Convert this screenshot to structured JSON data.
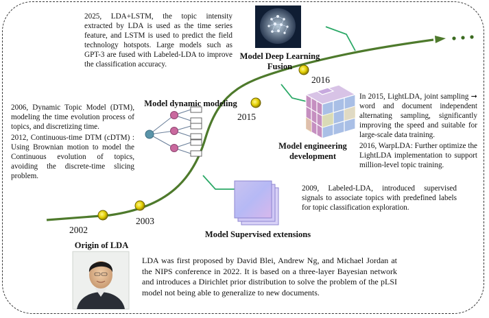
{
  "years": [
    "2002",
    "2003",
    "2015",
    "2016"
  ],
  "stages": {
    "origin": {
      "title": "Origin of LDA",
      "text": "LDA was first proposed by David Blei, Andrew Ng, and Michael Jordan at the NIPS conference in 2022. It is based on a three-layer Bayesian network and introduces a Dirichlet prior distribution to solve the problem of the pLSI model not being able to generalize to new documents."
    },
    "supervised": {
      "title": "Model Supervised extensions",
      "text": "2009, Labeled-LDA, introduced supervised signals to associate topics with predefined labels for topic classification exploration."
    },
    "dynamic": {
      "title": "Model dynamic modeling",
      "text1": "2006, Dynamic Topic Model (DTM), modeling the time evolution process of topics, and discretizing time.",
      "text2": "2012, Continuous-time DTM (cDTM) : Using Brownian motion to model the Continuous evolution of topics, avoiding the discrete-time slicing problem."
    },
    "engineering": {
      "title": "Model engineering development",
      "text1": "In 2015, LightLDA, joint sampling ➞ word and document independent alternating sampling, significantly improving the speed and suitable for large-scale data training.",
      "text2": "2016, WarpLDA: Further optimize the LightLDA implementation to support million-level topic training."
    },
    "deep": {
      "title": "Model Deep Learning Fusion",
      "text": "2025, LDA+LSTM, the topic intensity extracted by LDA is used as the time series feature, and LSTM is used to predict the field technology hotspots. Large models such as GPT-3 are fused with Labeled-LDA to improve the classification accuracy."
    }
  },
  "colors": {
    "curve": "#4e7a2c",
    "connector": "#2aa866",
    "marker": "#d6c200",
    "frame": "#333333"
  }
}
